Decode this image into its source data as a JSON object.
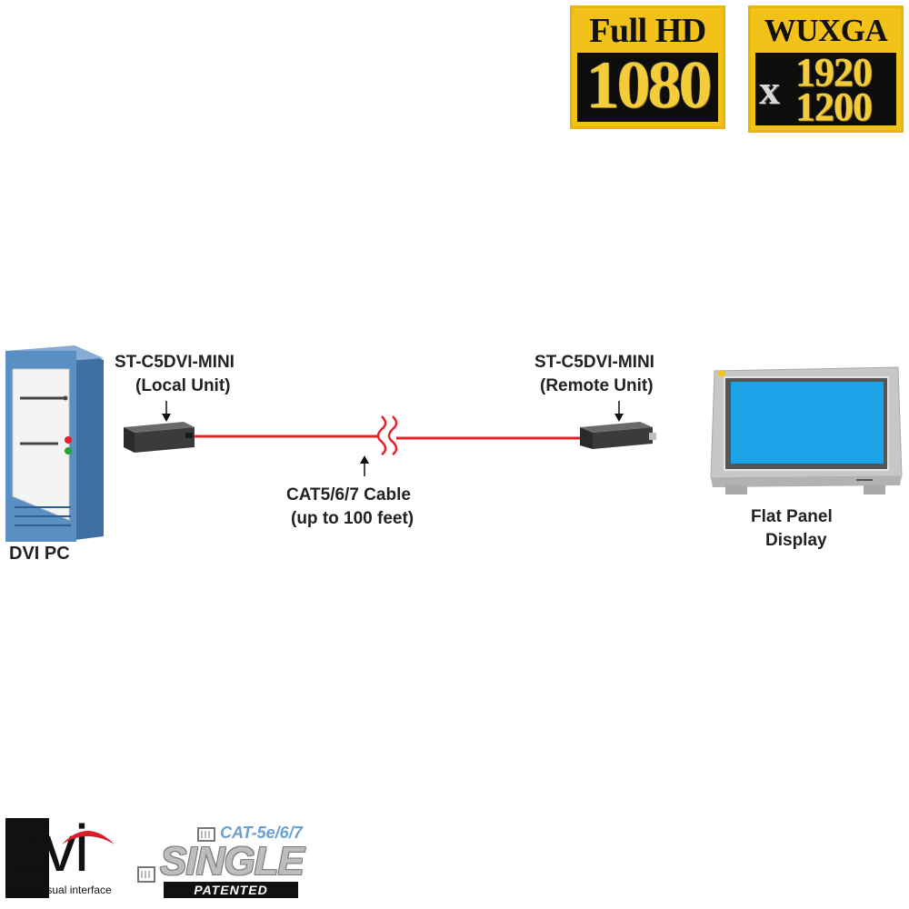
{
  "badges": {
    "full_hd": {
      "top": "Full HD",
      "value": "1080"
    },
    "wuxga": {
      "top": "WUXGA",
      "times": "x",
      "width": "1920",
      "height": "1200"
    }
  },
  "diagram": {
    "pc_label": "DVI PC",
    "local_unit": {
      "model": "ST-C5DVI-MINI",
      "role": "(Local Unit)"
    },
    "remote_unit": {
      "model": "ST-C5DVI-MINI",
      "role": "(Remote Unit)"
    },
    "cable": {
      "type": "CAT5/6/7 Cable",
      "length": "(up to 100 feet)"
    },
    "display": {
      "line1": "Flat Panel",
      "line2": "Display"
    }
  },
  "logos": {
    "dvi": {
      "mark": "dvi",
      "tagline": "digital visual interface"
    },
    "single": {
      "standard": "CAT-5e/6/7",
      "word": "SINGLE",
      "note": "PATENTED"
    }
  },
  "colors": {
    "badge_gold": "#f2c21a",
    "cable_red": "#e8202a",
    "screen_blue": "#1aa3e6",
    "pc_blue": "#5a8fc4",
    "monitor_gray": "#c7c7c7"
  }
}
